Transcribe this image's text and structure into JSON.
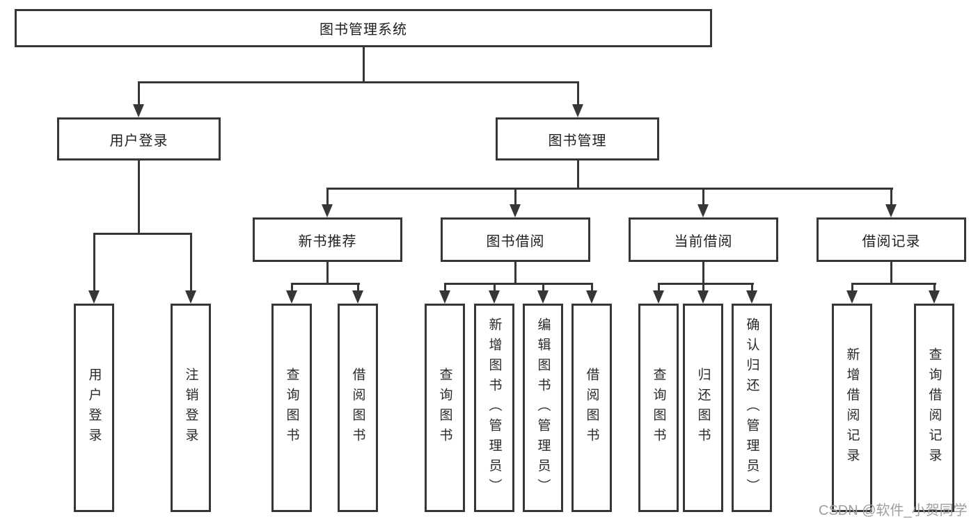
{
  "diagram": {
    "title": "图书管理系统",
    "root": {
      "label": "图书管理系统"
    },
    "level2": {
      "user_login": {
        "label": "用户登录",
        "leaves": [
          {
            "label": "用户登录"
          },
          {
            "label": "注销登录"
          }
        ]
      },
      "book_mgmt": {
        "label": "图书管理"
      }
    },
    "level3": {
      "new_books": {
        "label": "新书推荐",
        "leaves": [
          {
            "label": "查询图书"
          },
          {
            "label": "借阅图书"
          }
        ]
      },
      "book_borrow": {
        "label": "图书借阅",
        "leaves": [
          {
            "label": "查询图书"
          },
          {
            "label": "新增图书（管理员）"
          },
          {
            "label": "编辑图书（管理员）"
          },
          {
            "label": "借阅图书"
          }
        ]
      },
      "current_borrow": {
        "label": "当前借阅",
        "leaves": [
          {
            "label": "查询图书"
          },
          {
            "label": "归还图书"
          },
          {
            "label": "确认归还（管理员）"
          }
        ]
      },
      "borrow_records": {
        "label": "借阅记录",
        "leaves": [
          {
            "label": "新增借阅记录"
          },
          {
            "label": "查询借阅记录"
          }
        ]
      }
    },
    "watermark": "CSDN @软件_小贺同学",
    "colors": {
      "line": "#363636",
      "text": "#1f1f1f",
      "watermark": "#9e9e9e",
      "background": "#ffffff"
    }
  }
}
